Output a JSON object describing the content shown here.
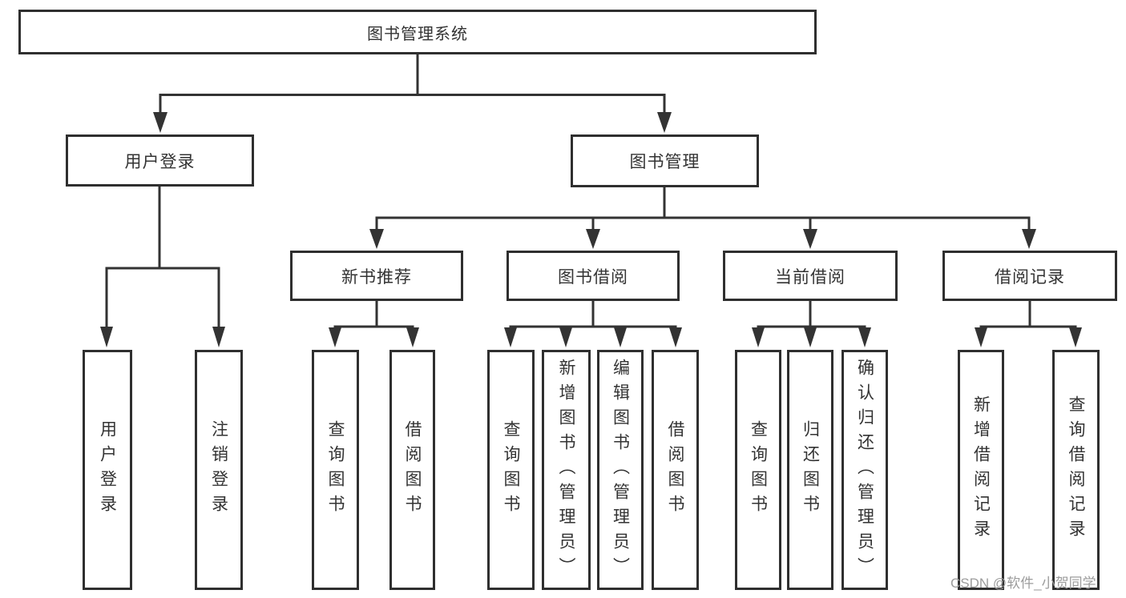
{
  "diagram": {
    "title_node": {
      "label": "图书管理系统"
    },
    "level1": [
      {
        "label": "用户登录"
      },
      {
        "label": "图书管理"
      }
    ],
    "level2": [
      {
        "label": "新书推荐"
      },
      {
        "label": "图书借阅"
      },
      {
        "label": "当前借阅"
      },
      {
        "label": "借阅记录"
      }
    ],
    "leaf_groups": [
      {
        "parent": "用户登录",
        "items": [
          {
            "label": "用户登录"
          },
          {
            "label": "注销登录"
          }
        ]
      },
      {
        "parent": "新书推荐",
        "items": [
          {
            "label": "查询图书"
          },
          {
            "label": "借阅图书"
          }
        ]
      },
      {
        "parent": "图书借阅",
        "items": [
          {
            "label": "查询图书"
          },
          {
            "label": "新增图书（管理员）"
          },
          {
            "label": "编辑图书（管理员）"
          },
          {
            "label": "借阅图书"
          }
        ]
      },
      {
        "parent": "当前借阅",
        "items": [
          {
            "label": "查询图书"
          },
          {
            "label": "归还图书"
          },
          {
            "label": "确认归还（管理员）"
          }
        ]
      },
      {
        "parent": "借阅记录",
        "items": [
          {
            "label": "新增借阅记录"
          },
          {
            "label": "查询借阅记录"
          }
        ]
      }
    ]
  },
  "watermark": {
    "text": "CSDN @软件_小贺同学"
  },
  "colors": {
    "line": "#333333",
    "box_border": "#2f2f2f",
    "text": "#333333",
    "watermark": "#9c9c9c",
    "background": "#ffffff"
  }
}
